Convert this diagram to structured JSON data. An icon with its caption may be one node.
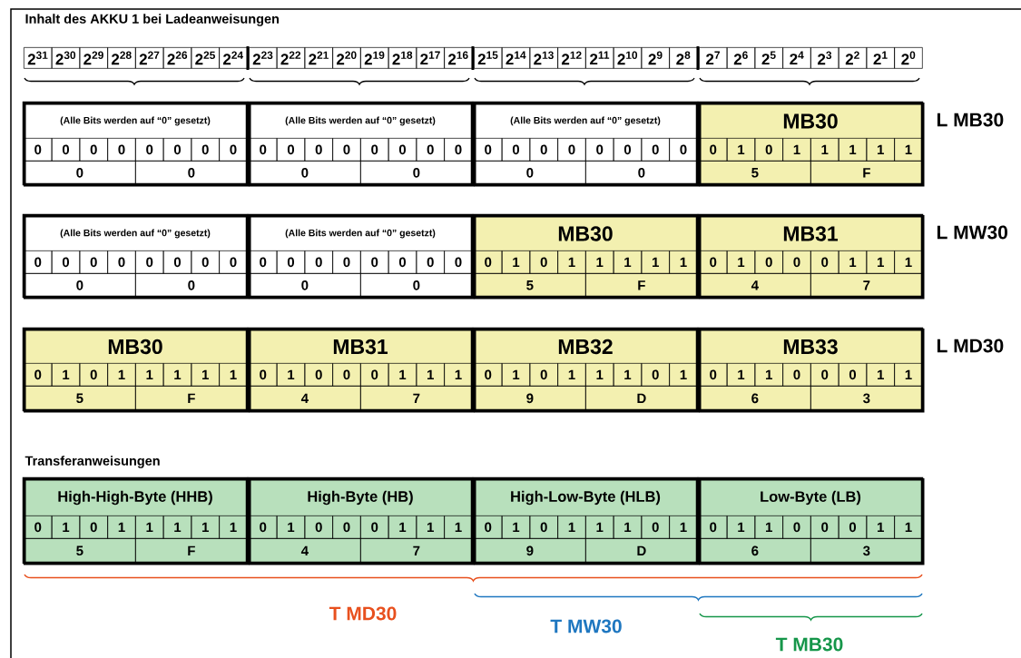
{
  "diagram": {
    "title": "Inhalt des AKKU 1 bei Ladeanweisungen",
    "nodes": [
      {
        "text": [
          "(Alle Bits werden auf “0” gesetzt)",
          "0",
          "0",
          "0",
          "0",
          "0",
          "0",
          "0",
          "0",
          "0",
          "0"
        ]
      },
      {
        "text": [
          "(Alle Bits werden auf “0” gesetzt)",
          "0",
          "0",
          "0",
          "0",
          "0",
          "0",
          "0",
          "0",
          "0",
          "0"
        ]
      },
      {
        "text": [
          "(Alle Bits werden auf “0” gesetzt)",
          "0",
          "0",
          "0",
          "0",
          "0",
          "0",
          "0",
          "0",
          "0",
          "0"
        ]
      },
      {
        "text": [
          "MB30",
          "0",
          "1",
          "0",
          "1",
          "1",
          "1",
          "1",
          "1",
          "5",
          "F"
        ]
      },
      {
        "text": [
          "(Alle Bits werden auf “0” gesetzt)",
          "0",
          "0",
          "0",
          "0",
          "0",
          "0",
          "0",
          "0",
          "0",
          "0"
        ]
      },
      {
        "text": [
          "(Alle Bits werden auf “0” gesetzt)",
          "0",
          "0",
          "0",
          "0",
          "0",
          "0",
          "0",
          "0",
          "0",
          "0"
        ]
      },
      {
        "text": [
          "MB30",
          "0",
          "1",
          "0",
          "1",
          "1",
          "1",
          "1",
          "1",
          "5",
          "F"
        ]
      },
      {
        "text": [
          "MB31",
          "0",
          "1",
          "0",
          "0",
          "0",
          "1",
          "1",
          "1",
          "4",
          "7"
        ]
      },
      {
        "text": [
          "MB30",
          "0",
          "1",
          "0",
          "1",
          "1",
          "1",
          "1",
          "1",
          "5",
          "F"
        ]
      },
      {
        "text": [
          "MB31",
          "0",
          "1",
          "0",
          "0",
          "0",
          "1",
          "1",
          "1",
          "4",
          "7"
        ]
      },
      {
        "text": [
          "MB32",
          "0",
          "1",
          "0",
          "1",
          "1",
          "1",
          "0",
          "1",
          "9",
          "D"
        ]
      },
      {
        "text": [
          "MB33",
          "0",
          "1",
          "1",
          "0",
          "0",
          "0",
          "1",
          "1",
          "6",
          "3"
        ]
      },
      {
        "text": [
          "High-High-Byte (HHB)",
          "0",
          "1",
          "0",
          "1",
          "1",
          "1",
          "1",
          "1",
          "5",
          "F"
        ]
      },
      {
        "text": [
          "High-Byte (HB)",
          "0",
          "1",
          "0",
          "0",
          "0",
          "1",
          "1",
          "1",
          "4",
          "7"
        ]
      },
      {
        "text": [
          "High-Low-Byte (HLB)",
          "0",
          "1",
          "0",
          "1",
          "1",
          "1",
          "0",
          "1",
          "9",
          "D"
        ]
      },
      {
        "text": [
          "Low-Byte (LB)",
          "0",
          "1",
          "1",
          "0",
          "0",
          "0",
          "1",
          "1",
          "6",
          "3"
        ]
      }
    ],
    "labels": [
      "2$^{31}$",
      "2$^{30}$",
      "2$^{29}$",
      "2$^{28}$",
      "2$^{27}$",
      "2$^{26}$",
      "2$^{25}$",
      "2$^{24}$",
      "2$^{23}$",
      "2$^{22}$",
      "2$^{21}$",
      "2$^{20}$",
      "2$^{19}$",
      "2$^{18}$",
      "2$^{17}$",
      "2$^{16}$",
      "2$^{15}$",
      "2$^{14}$",
      "2$^{13}$",
      "2$^{12}$",
      "2$^{11}$",
      "2$^{10}$",
      "2$^{9}$",
      "2$^{8}$",
      "2$^{7}$",
      "2$^{6}$",
      "2$^{5}$",
      "2$^{4}$",
      "2$^{3}$",
      "2$^{2}$",
      "2$^{1}$",
      "2$^{0}$",
      "L MB30",
      "L MW30",
      "L MD30",
      "Transferanweisungen",
      "T MD30",
      "T MW30",
      "T MB30"
    ]
  }
}
